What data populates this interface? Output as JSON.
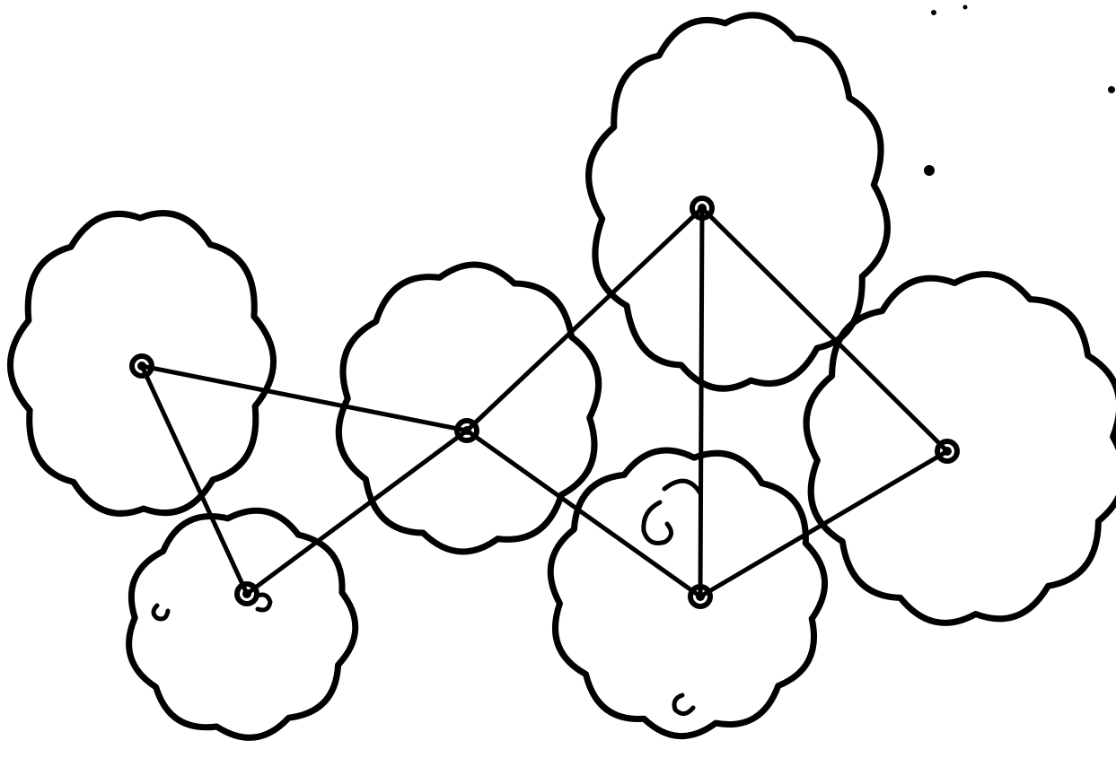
{
  "diagram": {
    "kind": "hand-drawn graph sketch",
    "ink_color": "#000000",
    "background_color": "#ffffff",
    "node_shape": "cloud",
    "nodes": [
      {
        "id": "left-upper"
      },
      {
        "id": "left-lower"
      },
      {
        "id": "center"
      },
      {
        "id": "top"
      },
      {
        "id": "bottom-center"
      },
      {
        "id": "right"
      }
    ],
    "edges": [
      {
        "from": "left-upper",
        "to": "center"
      },
      {
        "from": "left-upper",
        "to": "left-lower"
      },
      {
        "from": "left-lower",
        "to": "center"
      },
      {
        "from": "center",
        "to": "top"
      },
      {
        "from": "center",
        "to": "bottom-center"
      },
      {
        "from": "top",
        "to": "bottom-center"
      },
      {
        "from": "top",
        "to": "right"
      },
      {
        "from": "bottom-center",
        "to": "right"
      }
    ]
  }
}
